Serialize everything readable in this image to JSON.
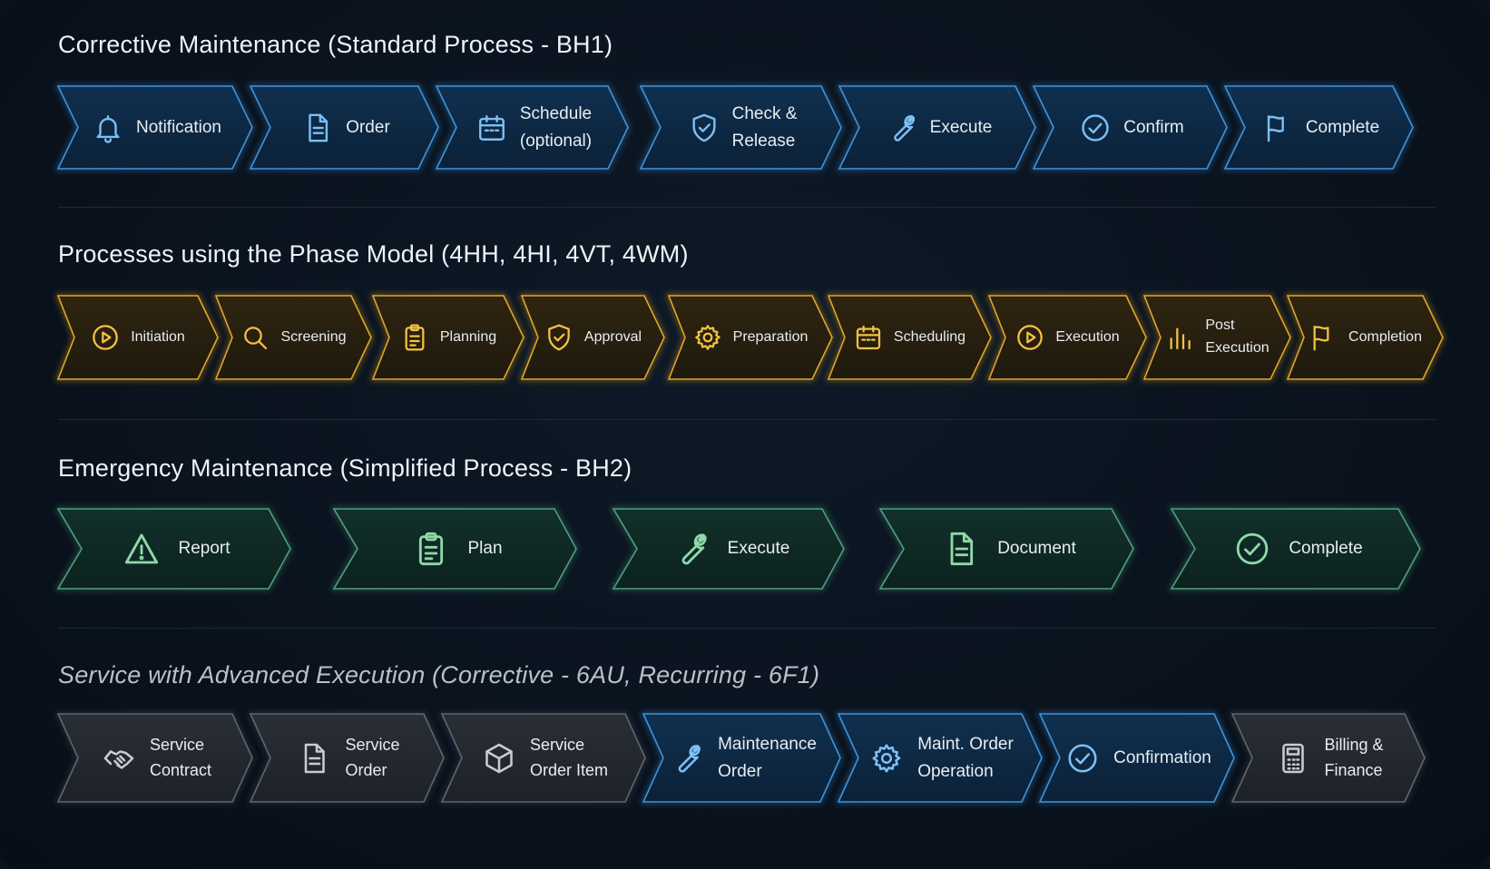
{
  "themes": {
    "blue": {
      "fill1": "#10304f",
      "fill2": "#0b2138",
      "stroke": "#3d94d9",
      "glow": "#2f7fd0",
      "icon": "#7cc0f5"
    },
    "amber": {
      "fill1": "#2f2410",
      "fill2": "#1f1a0e",
      "stroke": "#e0a626",
      "glow": "#d49418",
      "icon": "#f3c240"
    },
    "green": {
      "fill1": "#12302a",
      "fill2": "#0c221e",
      "stroke": "#4f9f7f",
      "glow": "#3a8a6a",
      "icon": "#8fd9a8"
    },
    "gray": {
      "fill1": "#2a2f36",
      "fill2": "#1d2228",
      "stroke": "#5e666f",
      "glow": "#454c54",
      "icon": "#c7ccd2"
    }
  },
  "sections": [
    {
      "title": "Corrective Maintenance (Standard Process - BH1)",
      "italic": false,
      "steps": [
        {
          "label": "Notification",
          "icon": "bell-icon",
          "theme": "blue"
        },
        {
          "label": "Order",
          "icon": "document-icon",
          "theme": "blue"
        },
        {
          "label": "Schedule\n(optional)",
          "icon": "calendar-icon",
          "theme": "blue"
        },
        {
          "label": "Check &\nRelease",
          "icon": "shield-check-icon",
          "theme": "blue"
        },
        {
          "label": "Execute",
          "icon": "wrench-icon",
          "theme": "blue"
        },
        {
          "label": "Confirm",
          "icon": "check-circle-icon",
          "theme": "blue"
        },
        {
          "label": "Complete",
          "icon": "flag-icon",
          "theme": "blue"
        }
      ]
    },
    {
      "title": "Processes using the Phase Model (4HH, 4HI, 4VT, 4WM)",
      "italic": false,
      "steps": [
        {
          "label": "Initiation",
          "icon": "play-circle-icon",
          "theme": "amber"
        },
        {
          "label": "Screening",
          "icon": "search-icon",
          "theme": "amber"
        },
        {
          "label": "Planning",
          "icon": "clipboard-icon",
          "theme": "amber"
        },
        {
          "label": "Approval",
          "icon": "shield-check-icon",
          "theme": "amber"
        },
        {
          "label": "Preparation",
          "icon": "gear-icon",
          "theme": "amber"
        },
        {
          "label": "Scheduling",
          "icon": "calendar-icon",
          "theme": "amber"
        },
        {
          "label": "Execution",
          "icon": "play-circle-icon",
          "theme": "amber"
        },
        {
          "label": "Post\nExecution",
          "icon": "bar-chart-icon",
          "theme": "amber"
        },
        {
          "label": "Completion",
          "icon": "flag-icon",
          "theme": "amber"
        }
      ]
    },
    {
      "title": "Emergency Maintenance (Simplified Process - BH2)",
      "italic": false,
      "steps": [
        {
          "label": "Report",
          "icon": "warning-icon",
          "theme": "green"
        },
        {
          "label": "Plan",
          "icon": "clipboard-icon",
          "theme": "green"
        },
        {
          "label": "Execute",
          "icon": "wrench-icon",
          "theme": "green"
        },
        {
          "label": "Document",
          "icon": "document-icon",
          "theme": "green"
        },
        {
          "label": "Complete",
          "icon": "check-circle-icon",
          "theme": "green"
        }
      ]
    },
    {
      "title": "Service with Advanced Execution (Corrective - 6AU, Recurring - 6F1)",
      "italic": true,
      "steps": [
        {
          "label": "Service\nContract",
          "icon": "handshake-icon",
          "theme": "gray"
        },
        {
          "label": "Service\nOrder",
          "icon": "document-icon",
          "theme": "gray"
        },
        {
          "label": "Service\nOrder Item",
          "icon": "box-icon",
          "theme": "gray"
        },
        {
          "label": "Maintenance\nOrder",
          "icon": "wrench-icon",
          "theme": "blue"
        },
        {
          "label": "Maint. Order\nOperation",
          "icon": "gear-icon",
          "theme": "blue"
        },
        {
          "label": "Confirmation",
          "icon": "check-circle-icon",
          "theme": "blue"
        },
        {
          "label": "Billing &\nFinance",
          "icon": "calculator-icon",
          "theme": "gray"
        }
      ]
    }
  ]
}
